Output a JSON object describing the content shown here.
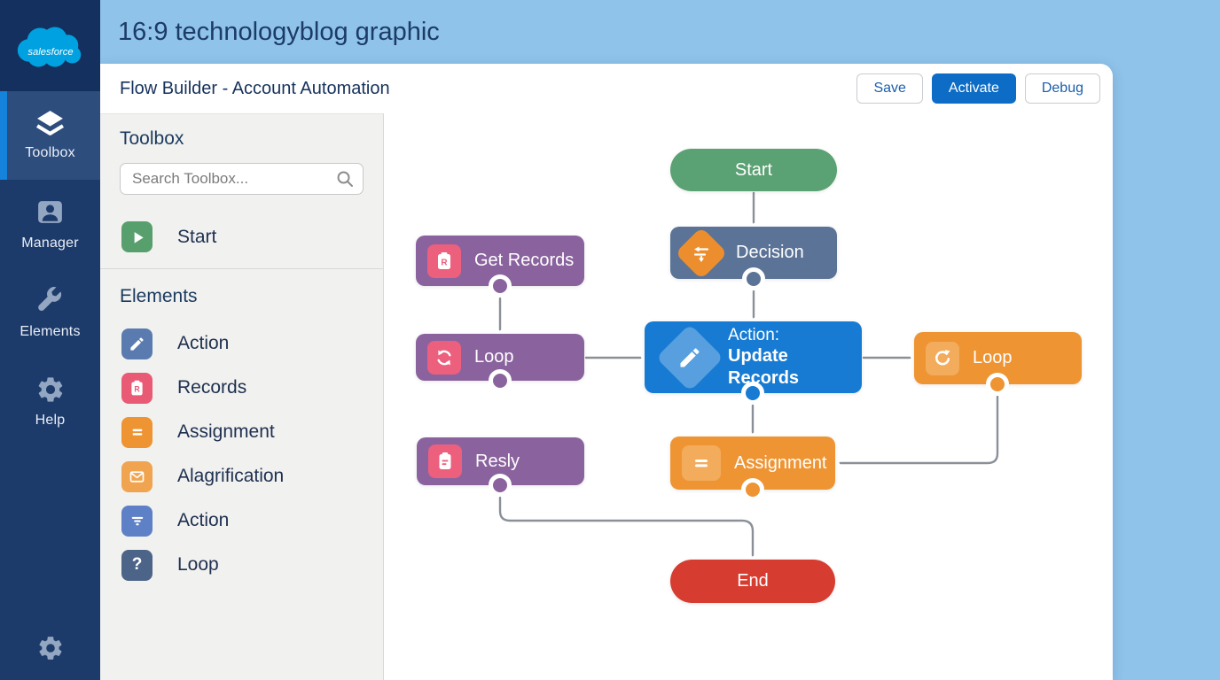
{
  "window": {
    "title": "16:9 technologyblog graphic"
  },
  "brand": {
    "logo_text": "salesforce",
    "logo_color": "#00a1e0"
  },
  "sidebar": {
    "items": [
      {
        "label": "Toolbox",
        "icon": "layers-icon",
        "active": true
      },
      {
        "label": "Manager",
        "icon": "person-icon",
        "active": false
      },
      {
        "label": "Elements",
        "icon": "wrench-icon",
        "active": false
      },
      {
        "label": "Help",
        "icon": "gear-icon",
        "active": false
      }
    ],
    "bottom_icon": "gear-icon"
  },
  "header": {
    "title": "Flow Builder - Account Automation",
    "buttons": [
      {
        "label": "Save",
        "style": "secondary"
      },
      {
        "label": "Activate",
        "style": "primary"
      },
      {
        "label": "Debug",
        "style": "secondary"
      }
    ]
  },
  "toolbox": {
    "heading": "Toolbox",
    "search_placeholder": "Search Toolbox...",
    "search_icon": "magnifier-icon",
    "start": {
      "label": "Start",
      "icon": "play-icon",
      "color": "#57a06e"
    },
    "elements_heading": "Elements",
    "elements": [
      {
        "label": "Action",
        "icon": "pencil-icon",
        "color": "#5a7bb0"
      },
      {
        "label": "Records",
        "icon": "records-clipboard-icon",
        "color": "#e95b75"
      },
      {
        "label": "Assignment",
        "icon": "equals-icon",
        "color": "#ee9433"
      },
      {
        "label": "Alagrification",
        "icon": "envelope-icon",
        "color": "#f0a44f"
      },
      {
        "label": "Action",
        "icon": "filter-icon",
        "color": "#5d80c6"
      },
      {
        "label": "Loop",
        "icon": "question-icon",
        "color": "#4d6489"
      }
    ]
  },
  "canvas": {
    "nodes": {
      "start": {
        "label": "Start",
        "color": "#5aa173",
        "shape": "pill"
      },
      "decision": {
        "label": "Decision",
        "color": "#5b7396",
        "icon": "decision-diamond-icon",
        "icon_color": "#ec8e2e"
      },
      "get_records": {
        "label": "Get Records",
        "color": "#8a639e",
        "icon": "records-clipboard-icon",
        "icon_color": "#ec5f7d"
      },
      "loop_left": {
        "label": "Loop",
        "color": "#8a639e",
        "icon": "refresh-icon",
        "icon_color": "#ec5f7d"
      },
      "action": {
        "label_line1": "Action:",
        "label_line2": "Update Records",
        "color": "#177bd3",
        "icon": "pencil-diamond-icon"
      },
      "loop_right": {
        "label": "Loop",
        "color": "#ee9433",
        "icon": "redo-icon",
        "icon_color": "#f3ab5c"
      },
      "resly": {
        "label": "Resly",
        "color": "#8a639e",
        "icon": "clipboard-icon",
        "icon_color": "#ec5f7d"
      },
      "assignment": {
        "label": "Assignment",
        "color": "#ee9433",
        "icon": "equals-icon",
        "icon_color": "#f3ab5c"
      },
      "end": {
        "label": "End",
        "color": "#d63c30",
        "shape": "pill"
      }
    },
    "connections": [
      "Start -> Decision",
      "Decision -> Action: Update Records",
      "Get Records -> Loop (left)",
      "Loop (left) -> Action: Update Records",
      "Action: Update Records -> Loop (right)",
      "Action: Update Records -> Assignment",
      "Loop (right) -> Assignment",
      "Resly -> End"
    ],
    "connector_color": "#8a9097"
  },
  "colors": {
    "background_light_blue": "#8fc3ea",
    "sidebar_navy": "#1d3b6a",
    "logo_block_navy": "#14305e",
    "sidebar_active": "#2d4d7d",
    "sidebar_active_stripe": "#1583db",
    "heading_navy": "#16325c",
    "toolbox_panel_gray": "#f1f1ef",
    "primary_button_blue": "#0d6cc5",
    "button_text_blue": "#1b5fab"
  }
}
